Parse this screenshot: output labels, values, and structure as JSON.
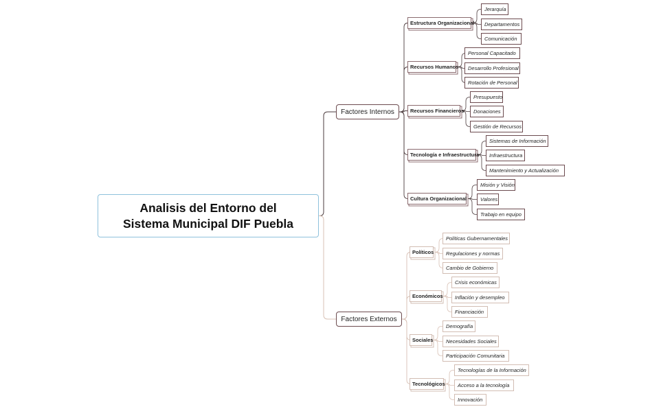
{
  "root": {
    "line1": "Analisis del Entorno del",
    "line2": "Sistema Municipal DIF Puebla"
  },
  "colors": {
    "root_border": "#8ec1dc",
    "internal_links": "#4a3a3c",
    "external_links": "#d8c0b4"
  },
  "branches": [
    {
      "label": "Factores Internos",
      "categories": [
        {
          "label": "Estructura Organizacional",
          "items": [
            "Jerarquía",
            "Departamentos",
            "Comunicación"
          ]
        },
        {
          "label": "Recursos Humanos",
          "items": [
            "Personal Capacitado",
            "Desarrollo Profesional",
            "Rotación de Personal"
          ]
        },
        {
          "label": "Recursos Financieros",
          "items": [
            "Presupuesto",
            "Donaciones",
            "Gestión de Recursos"
          ]
        },
        {
          "label": "Tecnología e Infraestructura",
          "items": [
            "Sistemas de Información",
            "Infraestructura",
            "Mantenimiento y Actualización"
          ]
        },
        {
          "label": "Cultura Organizacional",
          "items": [
            "Misión y Visión",
            "Valores",
            "Trabajo en equipo"
          ]
        }
      ]
    },
    {
      "label": "Factores Externos",
      "categories": [
        {
          "label": "Políticos",
          "items": [
            "Políticas Gubernamentales",
            "Regulaciones y normas",
            "Cambio de Gobierno"
          ]
        },
        {
          "label": "Económicos",
          "items": [
            "Crisis económicas",
            "Inflación y desempleo",
            "Financiación"
          ]
        },
        {
          "label": "Sociales",
          "items": [
            "Demografía",
            "Necesidades Sociales",
            "Participación Comunitaria"
          ]
        },
        {
          "label": "Tecnológicos",
          "items": [
            "Tecnologías de la Información",
            "Acceso a la tecnología",
            "Innovación"
          ]
        }
      ]
    }
  ]
}
